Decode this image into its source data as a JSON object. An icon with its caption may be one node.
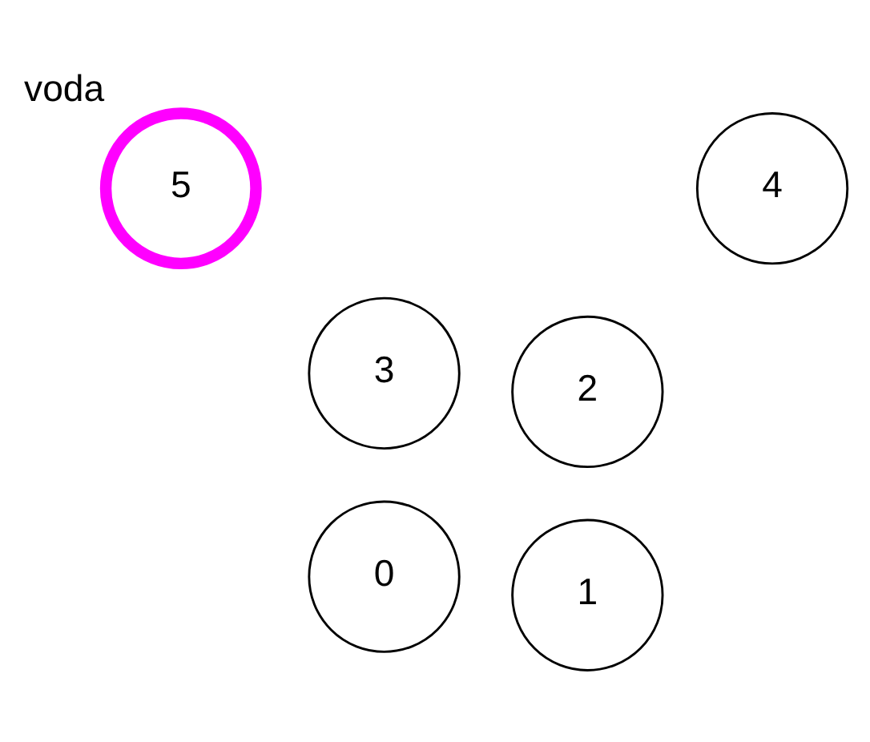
{
  "diagram": {
    "nodes": [
      {
        "text": [
          "0"
        ]
      },
      {
        "text": [
          "1"
        ]
      },
      {
        "text": [
          "2"
        ]
      },
      {
        "text": [
          "3"
        ]
      },
      {
        "text": [
          "4"
        ]
      },
      {
        "text": [
          "5"
        ],
        "beside": [
          "voda"
        ]
      }
    ]
  }
}
